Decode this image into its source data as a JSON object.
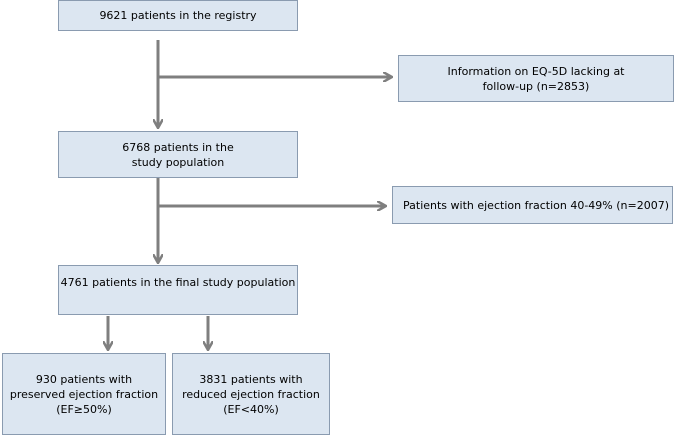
{
  "nodes": {
    "registry": {
      "lines": [
        "9621 patients in the registry"
      ]
    },
    "excluded_eq5d": {
      "lines": [
        "Information on EQ-5D lacking at",
        "follow-up (n=2853)"
      ]
    },
    "study_population": {
      "lines": [
        "6768 patients in the",
        "study population"
      ]
    },
    "excluded_ef": {
      "lines": [
        "Patients with ejection fraction 40-49% (n=2007)"
      ]
    },
    "final_population": {
      "lines": [
        "4761 patients in the final study population"
      ]
    },
    "preserved": {
      "lines": [
        "930 patients with",
        "preserved ejection fraction",
        "(EF≥50%)"
      ]
    },
    "reduced": {
      "lines": [
        "3831 patients with",
        "reduced ejection fraction",
        "(EF<40%)"
      ]
    }
  },
  "edges": [
    {
      "from": "registry",
      "to": "study_population"
    },
    {
      "from": "registry",
      "to": "excluded_eq5d"
    },
    {
      "from": "study_population",
      "to": "final_population"
    },
    {
      "from": "study_population",
      "to": "excluded_ef"
    },
    {
      "from": "final_population",
      "to": "preserved"
    },
    {
      "from": "final_population",
      "to": "reduced"
    }
  ],
  "colors": {
    "box_fill": "#dce6f1",
    "box_border": "#8a9bb0",
    "arrow": "#7f7f7f"
  }
}
